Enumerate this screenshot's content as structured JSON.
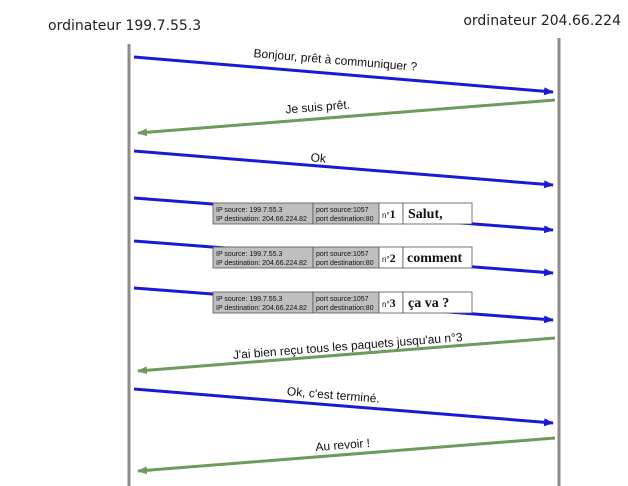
{
  "hosts": {
    "left": "ordinateur 199.7.55.3",
    "right": "ordinateur 204.66.224"
  },
  "colors": {
    "host_line": "#8c8c8c",
    "outgoing": "#1a1ad6",
    "incoming": "#6e9a5c",
    "header_fill": "#bfbfbf",
    "payload_fill": "#ffffff"
  },
  "messages": [
    {
      "label": "Bonjour, prêt à communiquer ?",
      "direction": "right"
    },
    {
      "label": "Je suis prêt.",
      "direction": "left"
    },
    {
      "label": "Ok",
      "direction": "right"
    },
    {
      "packet": 0,
      "direction": "right"
    },
    {
      "packet": 1,
      "direction": "right"
    },
    {
      "packet": 2,
      "direction": "right"
    },
    {
      "label": "J'ai bien reçu tous les paquets jusqu'au n°3",
      "direction": "left"
    },
    {
      "label": "Ok, c'est terminé.",
      "direction": "right"
    },
    {
      "label": "Au revoir !",
      "direction": "left"
    }
  ],
  "packets": [
    {
      "ip_source": "IP source: 199.7.55.3",
      "ip_dest": "IP destination: 204.66.224.82",
      "port_source": "port source:1057",
      "port_dest": "port destination:80",
      "num_prefix": "n°",
      "num": "1",
      "payload": "Salut,"
    },
    {
      "ip_source": "IP source: 199.7.55.3",
      "ip_dest": "IP destination: 204.66.224.82",
      "port_source": "port source:1057",
      "port_dest": "port destination:80",
      "num_prefix": "n°",
      "num": "2",
      "payload": "comment"
    },
    {
      "ip_source": "IP source: 199.7.55.3",
      "ip_dest": "IP destination: 204.66.224.82",
      "port_source": "port source:1057",
      "port_dest": "port destination:80",
      "num_prefix": "n°",
      "num": "3",
      "payload": "ça va ?"
    }
  ]
}
